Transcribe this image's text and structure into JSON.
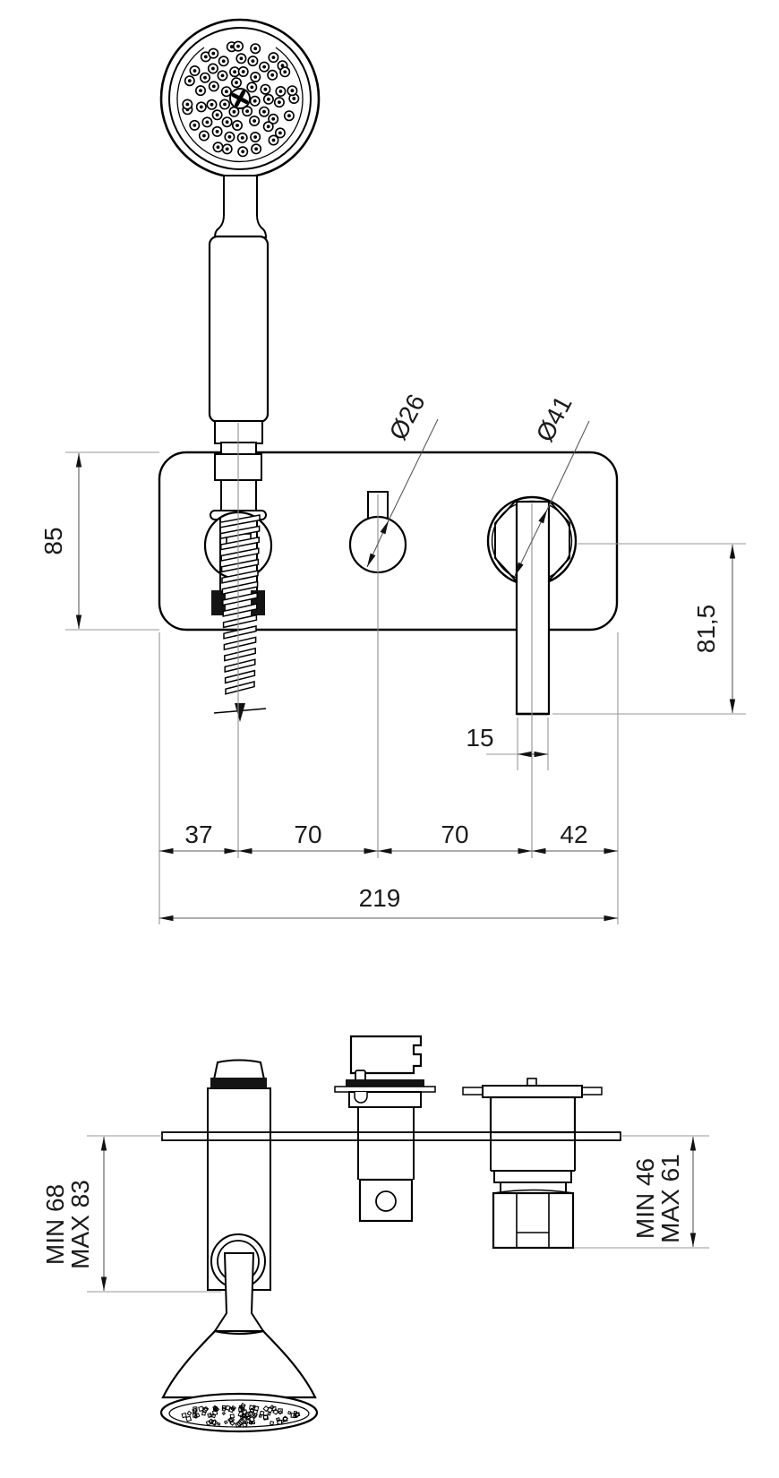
{
  "drawing_labels": {
    "front": {
      "plate_height": "85",
      "spout_drop": "81,5",
      "spout_width": "15",
      "offset_left": "37",
      "offset_mid1": "70",
      "offset_mid2": "70",
      "offset_right": "42",
      "total_width": "219",
      "diverter_diameter": "Ø26",
      "mixer_diameter": "Ø41"
    },
    "side": {
      "holder_min": "MIN 68",
      "holder_max": "MAX 83",
      "valve_min": "MIN 46",
      "valve_max": "MAX 61"
    }
  },
  "colors": {
    "object_line": "#000000",
    "dimension_line": "#5a5a5a",
    "extension_line": "#979797",
    "text": "#1b1b1b",
    "background": "#ffffff"
  }
}
